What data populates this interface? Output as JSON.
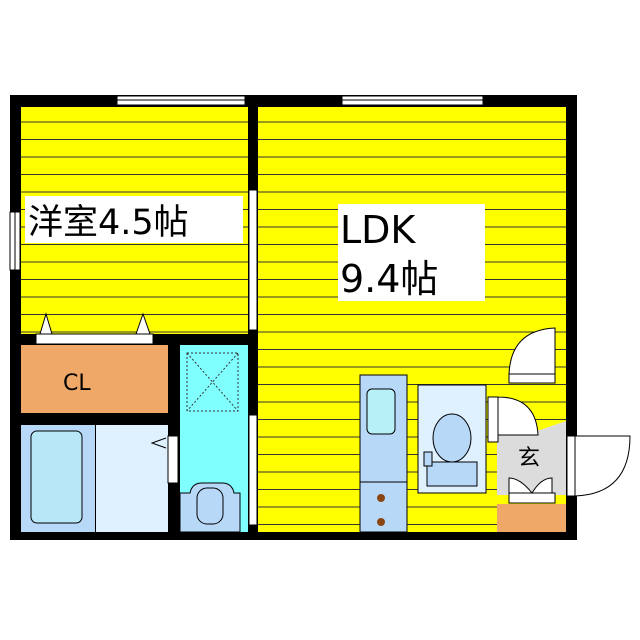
{
  "rooms": {
    "western_room": {
      "label": "洋室4.5帖"
    },
    "ldk": {
      "label": "LDK",
      "size": "9.4帖"
    },
    "closet": {
      "label": "CL"
    },
    "entrance": {
      "label": "玄"
    }
  },
  "colors": {
    "floor": "#ffff00",
    "closet": "#f0a868",
    "wet_area": "#80ffff",
    "bath": "#b8d8f8",
    "toilet_room": "#dff0ff",
    "entrance": "#dcdcdc",
    "wall": "#000000"
  }
}
